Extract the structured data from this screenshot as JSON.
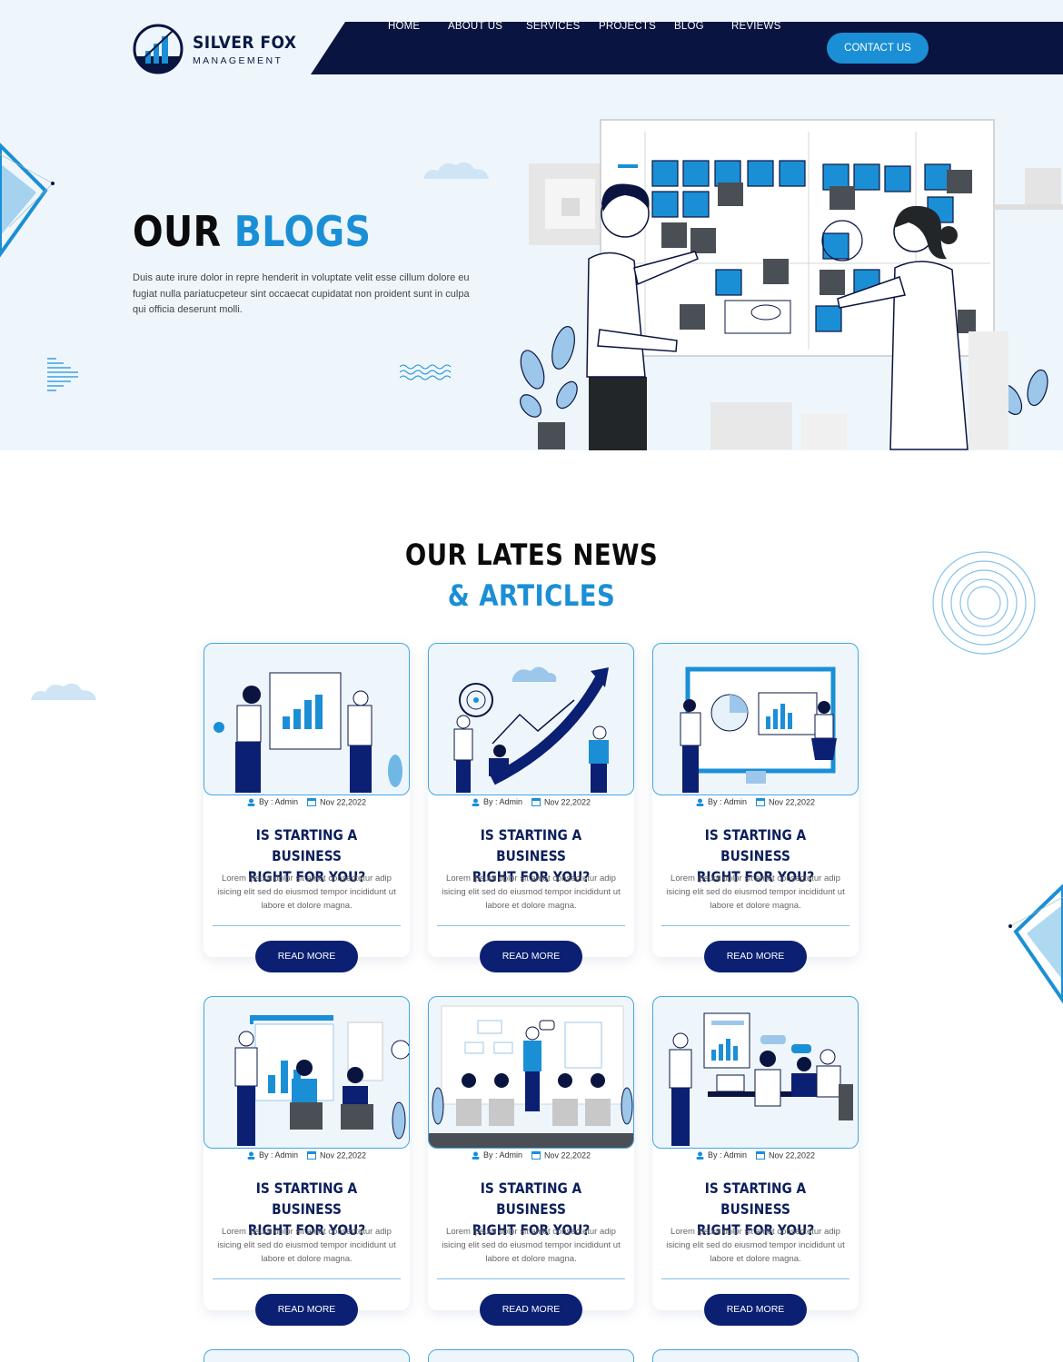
{
  "brand": {
    "name": "SILVER FOX",
    "tagline": "MANAGEMENT",
    "primary_color": "#0a1440",
    "accent_color": "#1b8fd6"
  },
  "nav": {
    "items": [
      {
        "label": "HOME"
      },
      {
        "label": "ABOUT US"
      },
      {
        "label": "SERVICES"
      },
      {
        "label": "PROJECTS"
      },
      {
        "label": "BLOG"
      },
      {
        "label": "REVIEWS"
      }
    ],
    "contact_label": "CONTACT US"
  },
  "hero": {
    "title_part1": "OUR",
    "title_part2": "BLOGS",
    "text": "Duis aute irure dolor in repre henderit in voluptate velit esse cillum dolore eu fugiat nulla pariatucpeteur sint occaecat cupidatat non proident sunt in culpa qui officia deserunt molli."
  },
  "section": {
    "title_line1": "OUR LATES NEWS",
    "title_line2": "& ARTICLES"
  },
  "cards": [
    {
      "author": "By : Admin",
      "date": "Nov 22,2022",
      "title_line1": "IS STARTING A BUSINESS",
      "title_line2": "RIGHT FOR YOU?",
      "text": "Lorem ipsum dolor sit amet consectetur adip isicing elit sed do eiusmod tempor incididunt ut labore et dolore magna.",
      "button": "READ MORE",
      "illustration": "team-bar-chart-illustration"
    },
    {
      "author": "By : Admin",
      "date": "Nov 22,2022",
      "title_line1": "IS STARTING A BUSINESS",
      "title_line2": "RIGHT FOR YOU?",
      "text": "Lorem ipsum dolor sit amet consectetur adip isicing elit sed do eiusmod tempor incididunt ut labore et dolore magna.",
      "button": "READ MORE",
      "illustration": "growth-arrow-illustration"
    },
    {
      "author": "By : Admin",
      "date": "Nov 22,2022",
      "title_line1": "IS STARTING A BUSINESS",
      "title_line2": "RIGHT FOR YOU?",
      "text": "Lorem ipsum dolor sit amet consectetur adip isicing elit sed do eiusmod tempor incididunt ut labore et dolore magna.",
      "button": "READ MORE",
      "illustration": "presentation-board-illustration"
    },
    {
      "author": "By : Admin",
      "date": "Nov 22,2022",
      "title_line1": "IS STARTING A BUSINESS",
      "title_line2": "RIGHT FOR YOU?",
      "text": "Lorem ipsum dolor sit amet consectetur adip isicing elit sed do eiusmod tempor incididunt ut labore et dolore magna.",
      "button": "READ MORE",
      "illustration": "meeting-chart-illustration"
    },
    {
      "author": "By : Admin",
      "date": "Nov 22,2022",
      "title_line1": "IS STARTING A BUSINESS",
      "title_line2": "RIGHT FOR YOU?",
      "text": "Lorem ipsum dolor sit amet consectetur adip isicing elit sed do eiusmod tempor incididunt ut labore et dolore magna.",
      "button": "READ MORE",
      "illustration": "speaker-audience-illustration"
    },
    {
      "author": "By : Admin",
      "date": "Nov 22,2022",
      "title_line1": "IS STARTING A BUSINESS",
      "title_line2": "RIGHT FOR YOU?",
      "text": "Lorem ipsum dolor sit amet consectetur adip isicing elit sed do eiusmod tempor incididunt ut labore et dolore magna.",
      "button": "READ MORE",
      "illustration": "office-team-illustration"
    }
  ]
}
